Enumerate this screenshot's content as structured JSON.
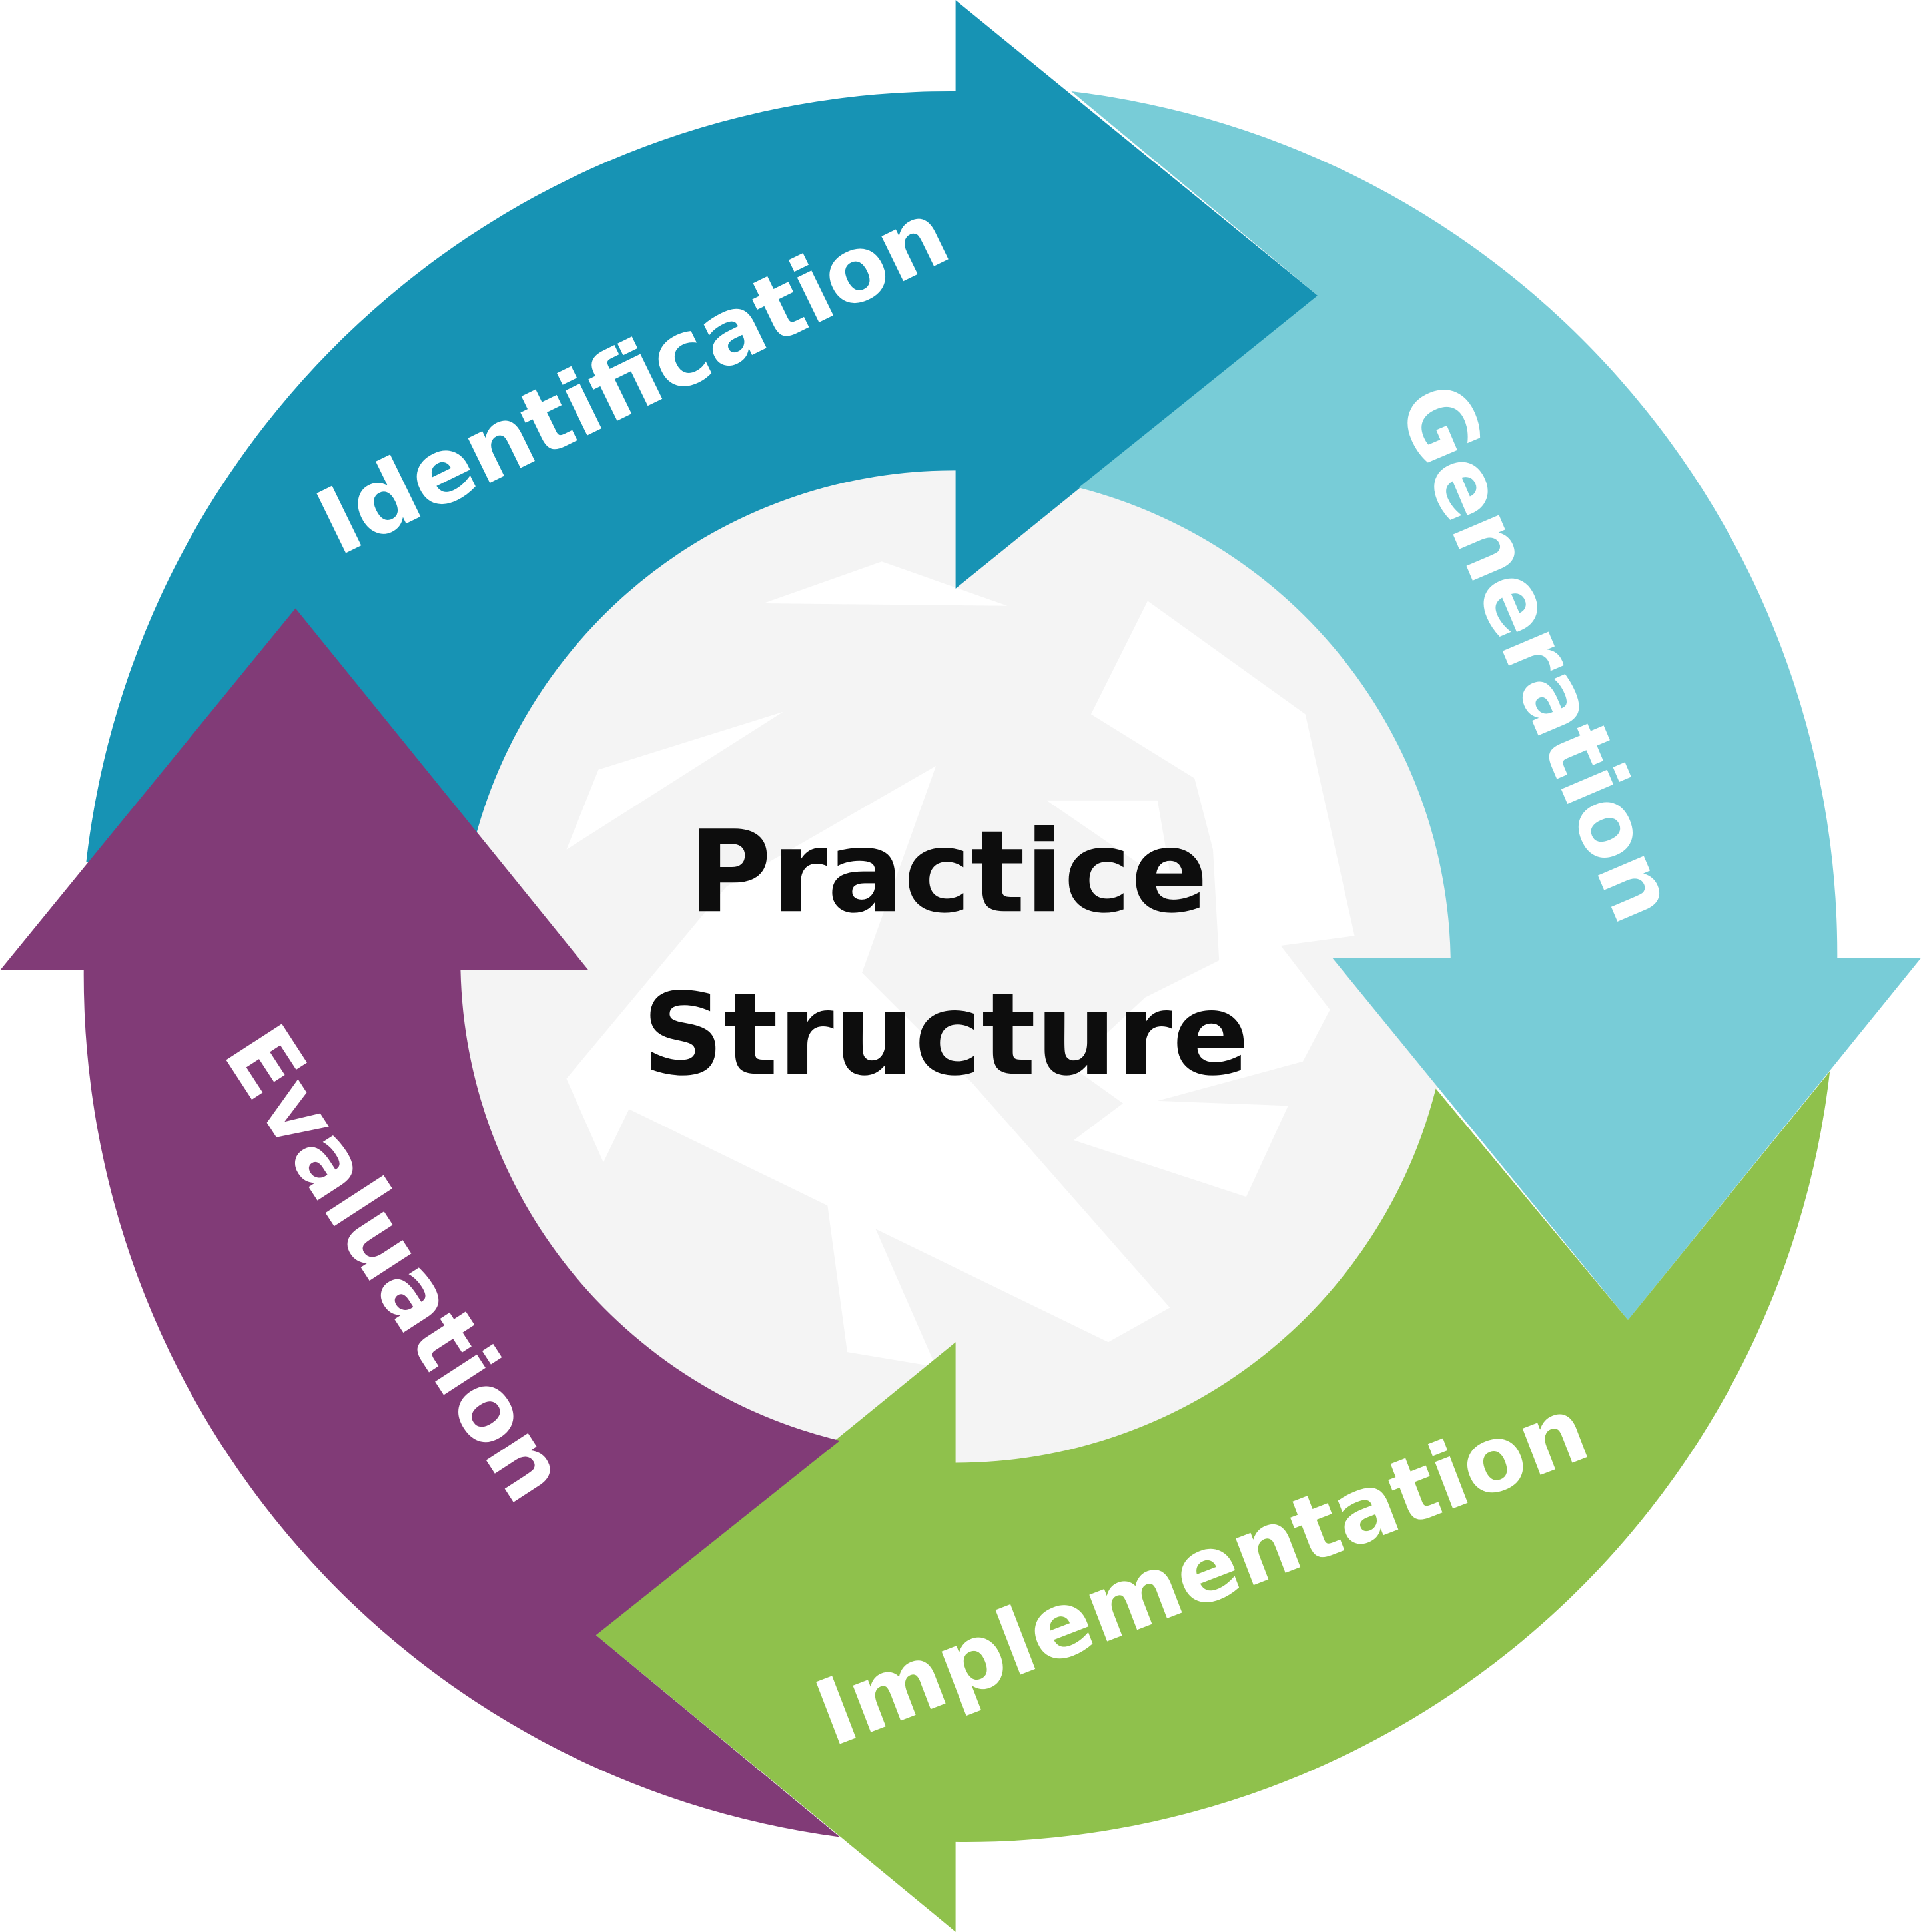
{
  "center": {
    "line1": "Practice",
    "line2": "Structure"
  },
  "stages": [
    {
      "id": "identification",
      "label": "Identification",
      "color": "#1793b4"
    },
    {
      "id": "generation",
      "label": "Generation",
      "color": "#78ccd7"
    },
    {
      "id": "implementation",
      "label": "Implementation",
      "color": "#8fc14c"
    },
    {
      "id": "evaluation",
      "label": "Evaluation",
      "color": "#813b77"
    }
  ],
  "colors": {
    "center_fill": "#f4f4f4",
    "center_shards": "#ffffff",
    "background": "#ffffff"
  }
}
